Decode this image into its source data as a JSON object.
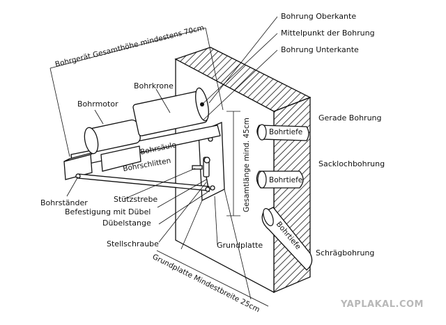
{
  "labels": {
    "bohrung_oberkante": "Bohrung Oberkante",
    "mittelpunkt": "Mittelpunkt der Bohrung",
    "bohrung_unterkante": "Bohrung Unterkante",
    "gesamthoehe": "Bohrgerät Gesamthöhe mindestens 70cm",
    "bohrkrone": "Bohrkrone",
    "bohrmotor": "Bohrmotor",
    "bohrsaeule": "Bohrsäule",
    "bohrschlitten": "Bohrschlitten",
    "bohrstaender": "Bohrständer",
    "stuetzstrebe": "Stützstrebe",
    "befestigung": "Befestigung mit Dübel",
    "duebelstange": "Dübelstange",
    "stellschraube": "Stellschraube",
    "grundplatte": "Grundplatte",
    "gesamtlaenge": "Gesamtlänge mind. 45cm",
    "grundplatte_breite": "Grundplatte Mindestbreite 25cm",
    "gerade_bohrung": "Gerade Bohrung",
    "sackloch": "Sacklochbohrung",
    "schraeg": "Schrägbohrung",
    "bohrtiefe_1": "Bohrtiefe",
    "bohrtiefe_2": "Bohrtiefe",
    "bohrtiefe_3": "Bohrtiefe"
  },
  "watermark": "YAPLAKAL.COM"
}
